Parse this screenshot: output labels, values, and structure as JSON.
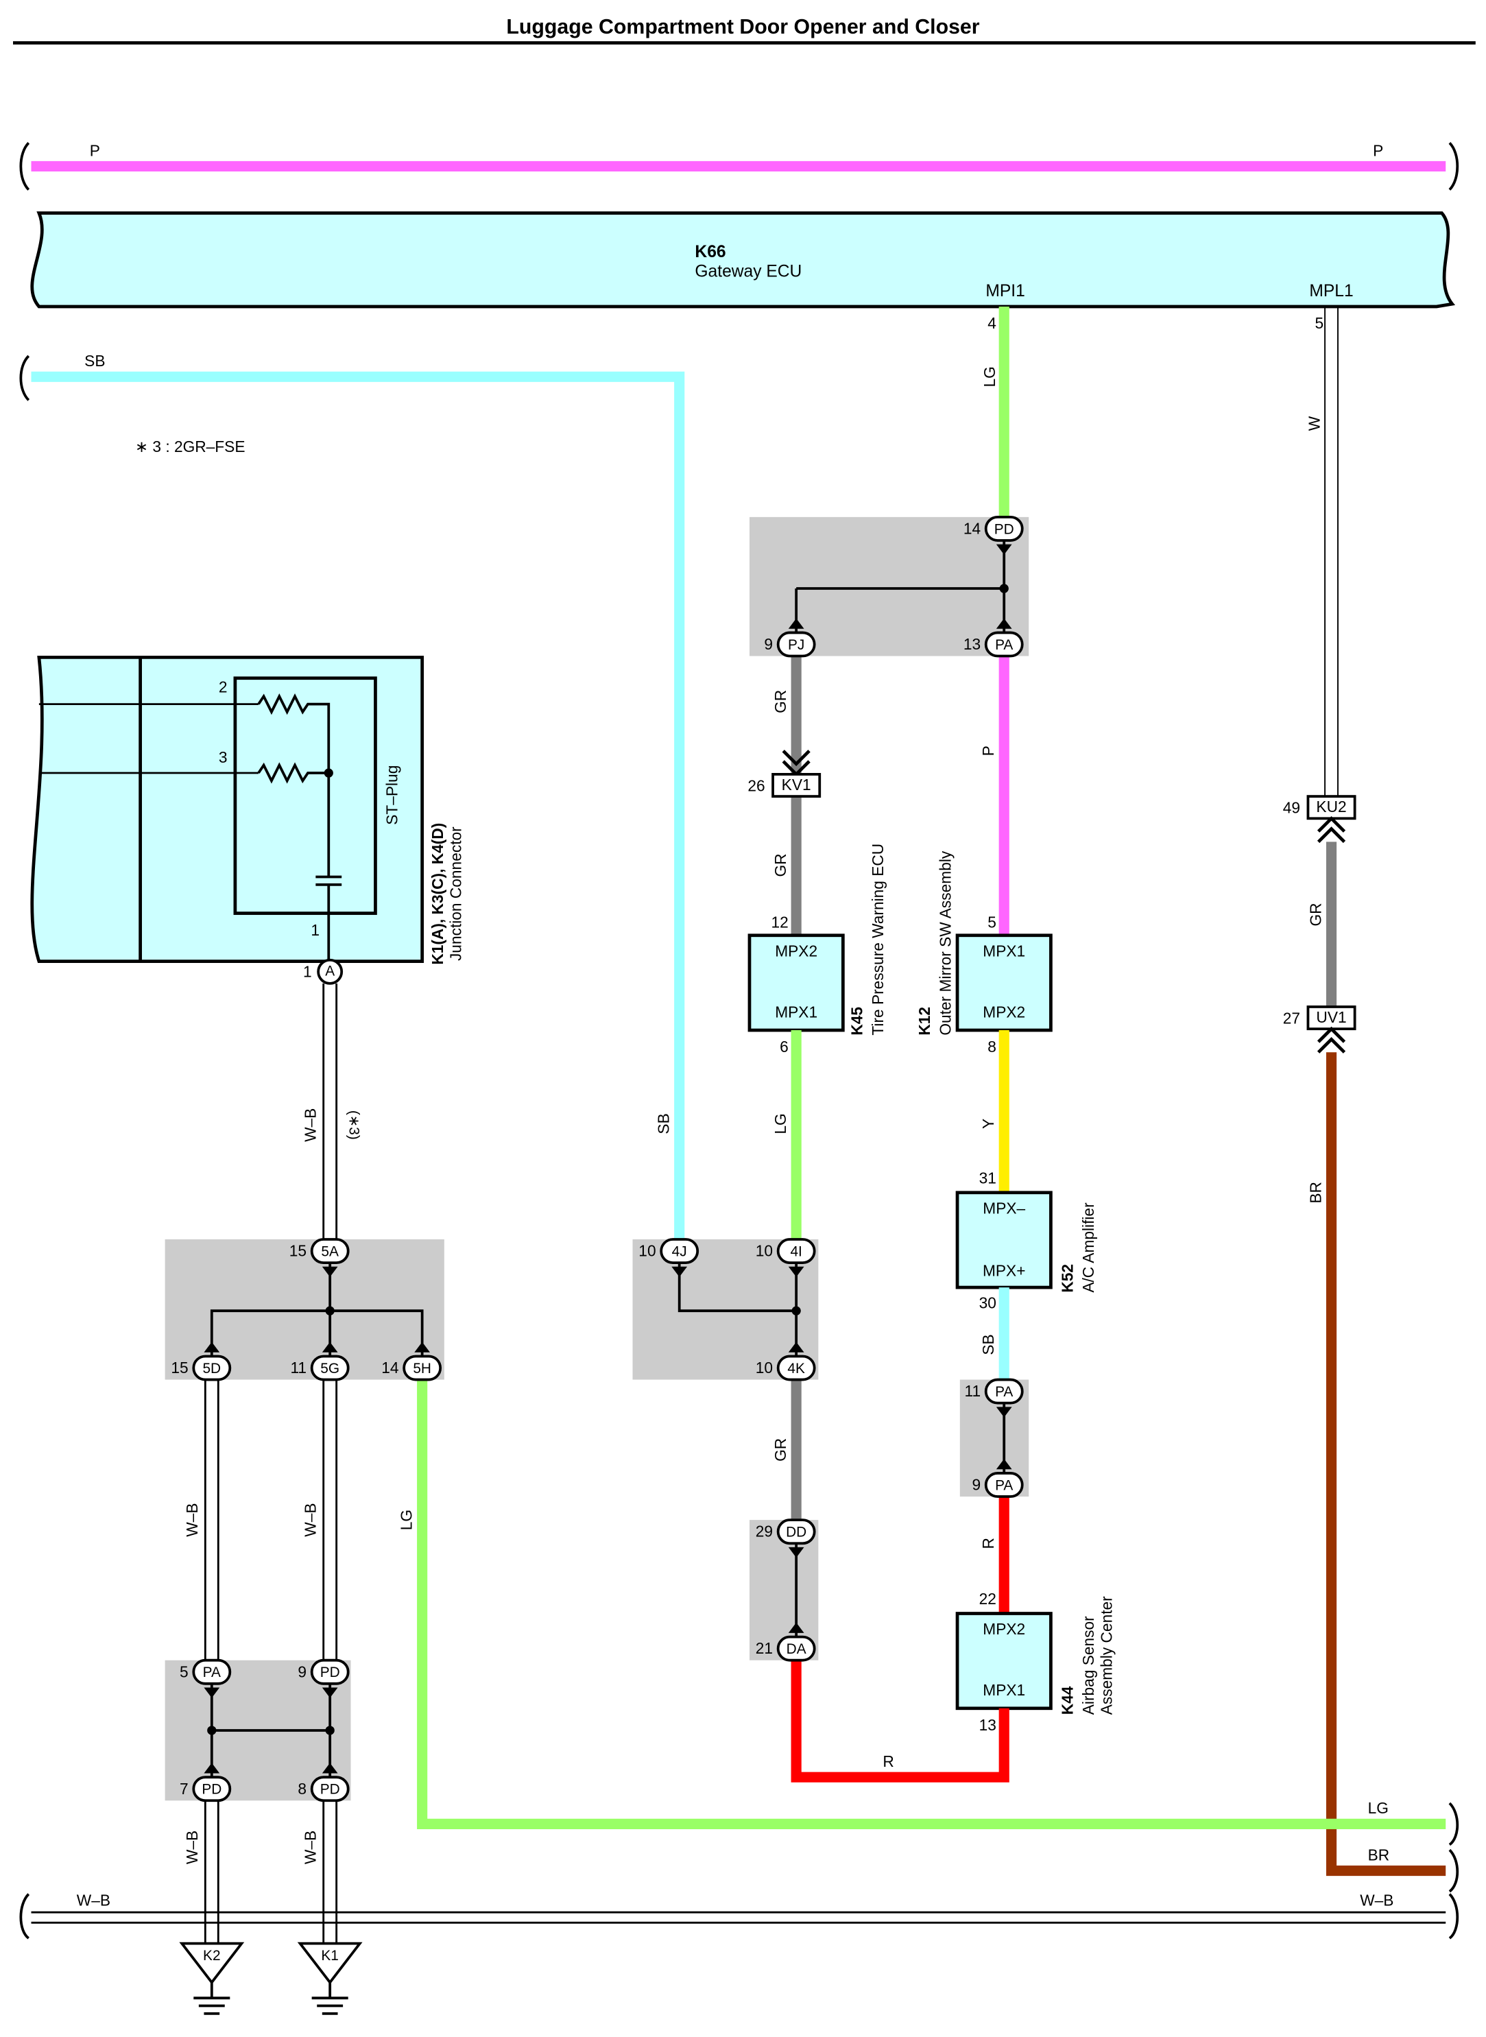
{
  "title": "Luggage Compartment Door Opener and Closer",
  "note": "∗ 3 : 2GR–FSE",
  "colors": {
    "P": "#ff66ff",
    "SB": "#99ffff",
    "LG": "#99ff66",
    "GR": "#808080",
    "Y": "#ffee00",
    "R": "#ff0000",
    "BR": "#993300",
    "ecu_fill": "#ccffff",
    "junction_fill": "#cccccc"
  },
  "gateway": {
    "id": "K66",
    "name": "Gateway ECU",
    "pin_mpi1_label": "MPI1",
    "pin_mpi1_num": "4",
    "pin_mpl1_label": "MPL1",
    "pin_mpl1_num": "5"
  },
  "junction_connector": {
    "id": "K1(A), K3(C), K4(D)",
    "name": "Junction Connector",
    "st_plug": "ST–Plug",
    "pin_2": "2",
    "pin_3": "3",
    "pin_1": "1",
    "out_pin_num": "1",
    "out_pin": "A"
  },
  "tpw_ecu": {
    "id": "K45",
    "name": "Tire Pressure Warning ECU",
    "top": "MPX2",
    "bottom": "MPX1",
    "pin_top": "12",
    "pin_bottom": "6"
  },
  "mirror": {
    "id": "K12",
    "name": "Outer Mirror SW Assembly",
    "top": "MPX1",
    "bottom": "MPX2",
    "pin_top": "5",
    "pin_bottom": "8"
  },
  "ac_amp": {
    "id": "K52",
    "name": "A/C Amplifier",
    "top": "MPX–",
    "bottom": "MPX+",
    "pin_top": "31",
    "pin_bottom": "30"
  },
  "airbag": {
    "id": "K44",
    "name1": "Airbag Sensor",
    "name2": "Assembly Center",
    "top": "MPX2",
    "bottom": "MPX1",
    "pin_top": "22",
    "pin_bottom": "13"
  },
  "inline_connectors": {
    "kv1": {
      "label": "KV1",
      "pin": "26"
    },
    "ku2": {
      "label": "KU2",
      "pin": "49"
    },
    "uv1": {
      "label": "UV1",
      "pin": "27"
    }
  },
  "junctions": {
    "j_5a": {
      "label": "5A",
      "pin": "15"
    },
    "j_5d": {
      "label": "5D",
      "pin": "15"
    },
    "j_5g": {
      "label": "5G",
      "pin": "11"
    },
    "j_5h": {
      "label": "5H",
      "pin": "14"
    },
    "j_4j": {
      "label": "4J",
      "pin": "10"
    },
    "j_4i": {
      "label": "4I",
      "pin": "10"
    },
    "j_4k": {
      "label": "4K",
      "pin": "10"
    },
    "j_pd_top": {
      "label": "PD",
      "pin": "14"
    },
    "j_pj": {
      "label": "PJ",
      "pin": "9"
    },
    "j_pa_top": {
      "label": "PA",
      "pin": "13"
    },
    "j_dd": {
      "label": "DD",
      "pin": "29"
    },
    "j_da": {
      "label": "DA",
      "pin": "21"
    },
    "j_pa_11": {
      "label": "PA",
      "pin": "11"
    },
    "j_pa_9": {
      "label": "PA",
      "pin": "9"
    },
    "j_pa_5": {
      "label": "PA",
      "pin": "5"
    },
    "j_pd_9": {
      "label": "PD",
      "pin": "9"
    },
    "j_pd_7": {
      "label": "PD",
      "pin": "7"
    },
    "j_pd_8": {
      "label": "PD",
      "pin": "8"
    }
  },
  "grounds": {
    "k2": "K2",
    "k1": "K1"
  },
  "wire_labels": {
    "p_left": "P",
    "p_right": "P",
    "sb_top": "SB",
    "sb_vert": "SB",
    "lg_top": "LG",
    "w_mpl1": "W",
    "gr_pj": "GR",
    "gr_kv1": "GR",
    "p_mirror": "P",
    "gr_ku2": "GR",
    "br_vert": "BR",
    "wb_a": "W–B",
    "wb_a_note": "(∗3)",
    "lg_tpw": "LG",
    "y_mirror": "Y",
    "sb_ac": "SB",
    "wb_5d": "W–B",
    "wb_5g": "W–B",
    "lg_5h": "LG",
    "gr_4k": "GR",
    "r_airbag": "R",
    "r_bottom": "R",
    "lg_bottom": "LG",
    "br_bottom": "BR",
    "wb_k2": "W–B",
    "wb_k1": "W–B",
    "wb_bus_left": "W–B",
    "wb_bus_right": "W–B"
  }
}
